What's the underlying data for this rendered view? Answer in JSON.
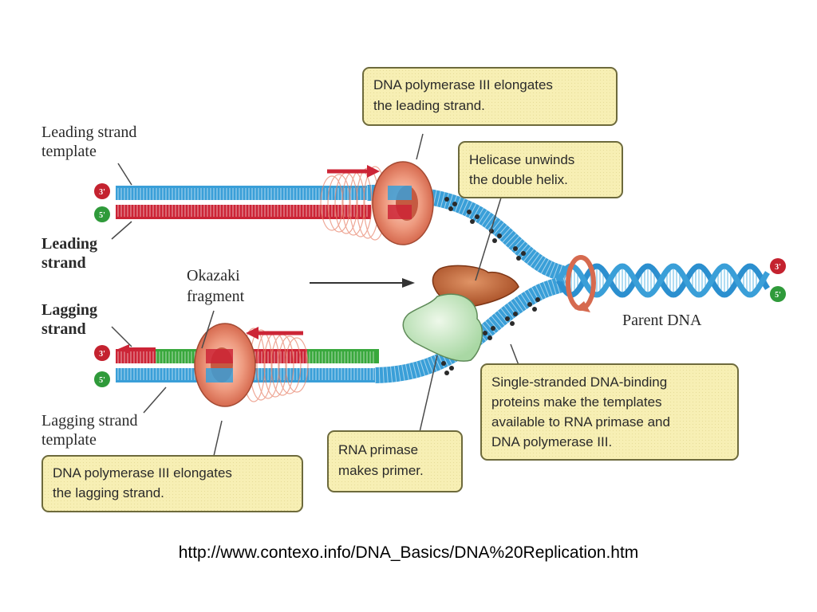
{
  "labels": {
    "leading_template": [
      "Leading strand",
      "template"
    ],
    "leading_strand": [
      "Leading",
      "strand"
    ],
    "lagging_strand": [
      "Lagging",
      "strand"
    ],
    "lagging_template": [
      "Lagging strand",
      "template"
    ],
    "okazaki": [
      "Okazaki",
      "fragment"
    ],
    "parent_dna": "Parent DNA"
  },
  "primes": {
    "three": "3'",
    "five": "5'"
  },
  "callouts": {
    "pol3_leading": [
      "DNA polymerase III elongates",
      "the leading strand."
    ],
    "helicase": [
      "Helicase unwinds",
      "the double helix."
    ],
    "ssb": [
      "Single-stranded DNA-binding",
      "proteins make the templates",
      "available to RNA primase and",
      "DNA polymerase III."
    ],
    "primase": [
      "RNA primase",
      "makes primer."
    ],
    "pol3_lagging": [
      "DNA polymerase III elongates",
      "the lagging strand."
    ]
  },
  "colors": {
    "template_blue": "#3a9fd8",
    "leading_red": "#cc2436",
    "okazaki_green": "#38a83c",
    "clamp_salmon": "#e8836a",
    "helicase_brown": "#c0653a",
    "primase_green": "#c6e6c0",
    "callout_fill": "#f7efb4",
    "callout_stroke": "#6d6a3c",
    "prime_red": "#c4222f",
    "prime_green": "#2f9a3a"
  },
  "source_url": "http://www.contexo.info/DNA_Basics/DNA%20Replication.htm"
}
